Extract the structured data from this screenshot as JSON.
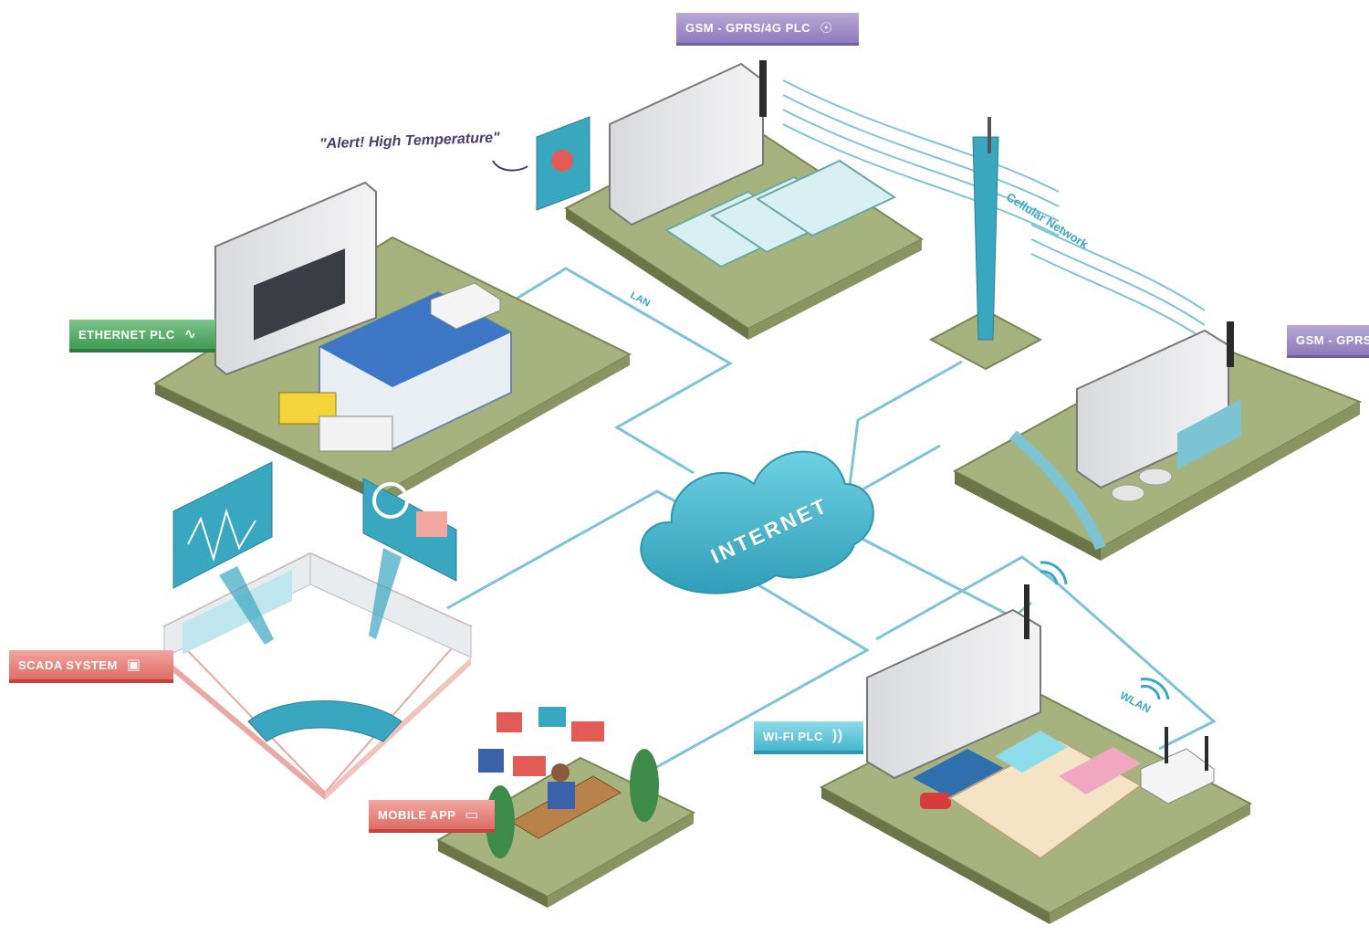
{
  "labels": {
    "ethernet_plc": "ETHERNET PLC",
    "gsm_top": "GSM - GPRS/4G PLC",
    "gsm_right": "GSM - GPRS",
    "scada": "SCADA SYSTEM",
    "mobile_app": "MOBILE APP",
    "wifi_plc": "WI-FI PLC",
    "alert": "\"Alert! High Temperature\"",
    "cellular": "Cellular Network",
    "wlan": "WLAN",
    "lan": "LAN",
    "internet": "INTERNET"
  },
  "colors": {
    "connector": "#7cc4d4",
    "cloud": "#46b6cc",
    "ground": "#a7b37e",
    "ethernet_tag": "#3f9a52",
    "gsm_tag": "#8d7bbd",
    "scada_tag": "#de6c66",
    "wifi_tag": "#46b6cc"
  },
  "icons": {
    "ethernet": "ethernet-icon",
    "gsm": "antenna-icon",
    "scada": "monitor-icon",
    "mobile": "tablet-icon",
    "wifi": "wifi-icon"
  }
}
